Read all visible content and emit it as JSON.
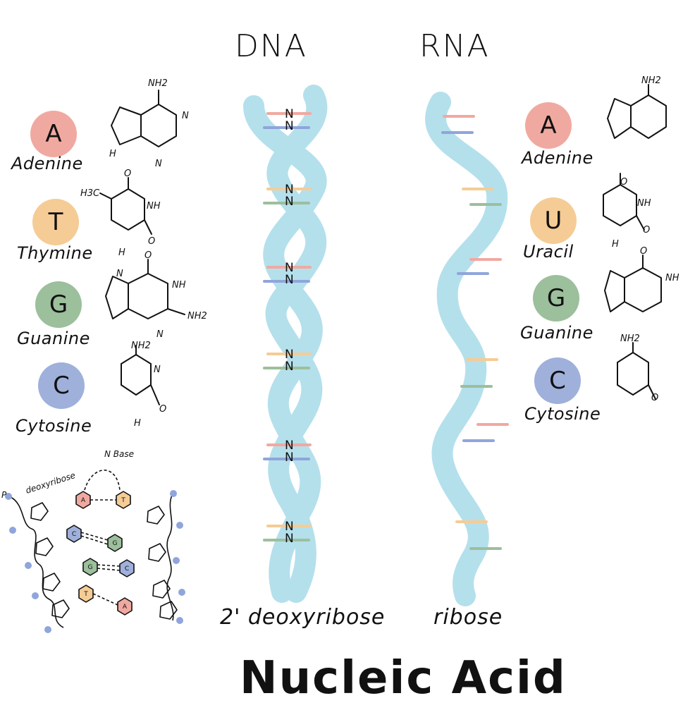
{
  "titles": {
    "dna": "DNA",
    "rna": "RNA",
    "main": "Nucleic Acid"
  },
  "sugars": {
    "dna": "2' deoxyribose",
    "rna": "ribose"
  },
  "dna_bases": [
    {
      "letter": "A",
      "name": "Adenine",
      "color": "#f0a9a0"
    },
    {
      "letter": "T",
      "name": "Thymine",
      "color": "#f5cc95"
    },
    {
      "letter": "G",
      "name": "Guanine",
      "color": "#9cbf9c"
    },
    {
      "letter": "C",
      "name": "Cytosine",
      "color": "#9fb0db"
    }
  ],
  "rna_bases": [
    {
      "letter": "A",
      "name": "Adenine",
      "color": "#f0a9a0"
    },
    {
      "letter": "U",
      "name": "Uracil",
      "color": "#f5cc95"
    },
    {
      "letter": "G",
      "name": "Guanine",
      "color": "#9cbf9c"
    },
    {
      "letter": "C",
      "name": "Cytosine",
      "color": "#9fb0db"
    }
  ],
  "structure_labels": {
    "nh2": "NH2",
    "nh": "NH",
    "n": "N",
    "o": "O",
    "h": "H",
    "h3c": "H3C"
  },
  "backbone_labels": {
    "nbase": "N Base",
    "deoxyribose": "deoxyribose",
    "phosphate": "P"
  },
  "helix_color": "#a7dbe9",
  "rung_colors": {
    "red": "#f0a9a0",
    "blue": "#8fa5db",
    "orange": "#f5cc95",
    "green": "#9cbf9c"
  }
}
